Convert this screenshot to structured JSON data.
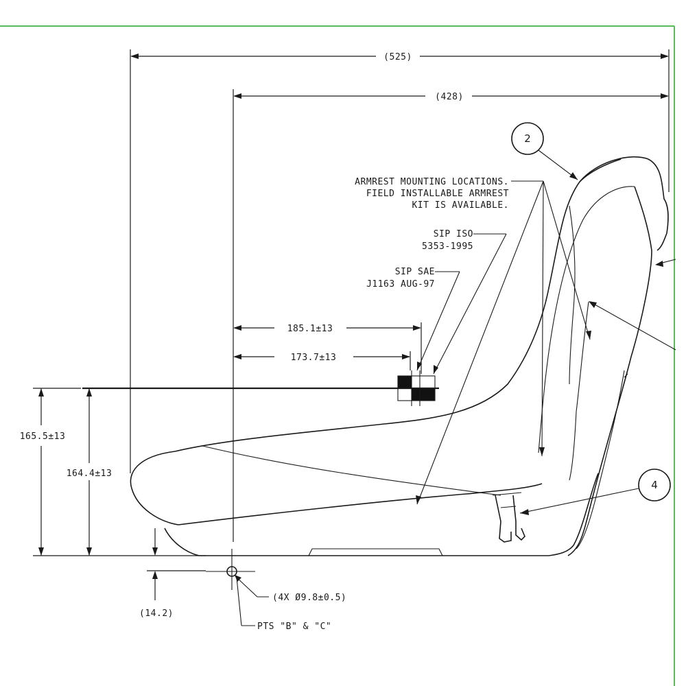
{
  "frame": {
    "border_color": "#5cb85c"
  },
  "dimensions": {
    "overall_length": "(525)",
    "reference_length": "(428)",
    "sip_iso_offset": "185.1±13",
    "sip_sae_offset": "173.7±13",
    "height_total": "165.5±13",
    "height_sip": "164.4±13",
    "mount_depth": "(14.2)",
    "mount_holes": "(4X Ø9.8±0.5)"
  },
  "notes": {
    "armrest_line1": "ARMREST MOUNTING LOCATIONS.",
    "armrest_line2": "FIELD INSTALLABLE ARMREST",
    "armrest_line3": "KIT IS AVAILABLE.",
    "sip_iso_line1": "SIP ISO",
    "sip_iso_line2": "5353-1995",
    "sip_sae_line1": "SIP SAE",
    "sip_sae_line2": "J1163 AUG-97",
    "points": "PTS \"B\" & \"C\""
  },
  "balloons": [
    {
      "id": "2"
    },
    {
      "id": "4"
    }
  ]
}
